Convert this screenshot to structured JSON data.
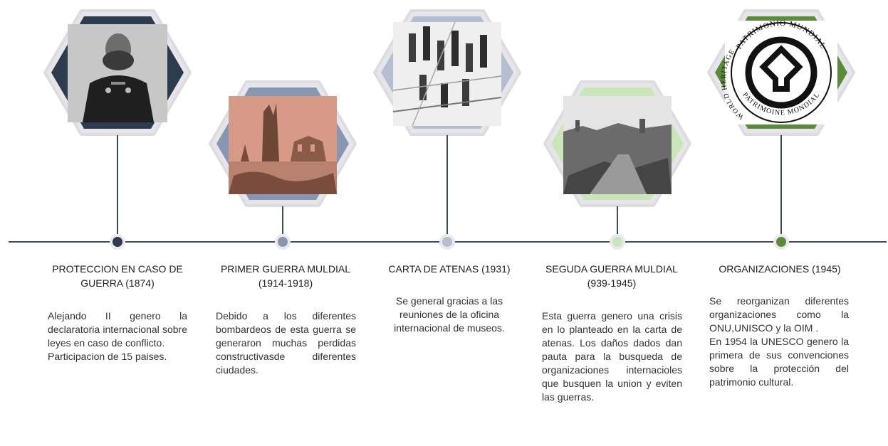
{
  "colors": {
    "item1": "#2e3b4e",
    "item2": "#8797b2",
    "item3": "#b4bed1",
    "item4": "#c8e6b8",
    "item5": "#5b8a3a",
    "outer_ring": "#e5e5ea"
  },
  "items": [
    {
      "title": "PROTECCION EN CASO DE\nGUERRA (1874)",
      "body": "Alejando II genero la declaratoria internacional sobre leyes en caso de conflicto.\nParticipacion de 15 paises.",
      "image_icon": "portrait-photo-icon"
    },
    {
      "title": "PRIMER GUERRA MULDIAL\n(1914-1918)",
      "body": "Debido a los diferentes bombardeos de esta guerra se generaron muchas perdidas constructivasde diferentes ciudades.",
      "image_icon": "ruins-photo-icon"
    },
    {
      "title": "CARTA DE ATENAS (1931)",
      "body": "Se general gracias a las reuniones de la oficina internacional de museos.",
      "image_icon": "city-model-icon"
    },
    {
      "title": "SEGUDA GUERRA MULDIAL\n(939-1945)",
      "body": "Esta guerra genero una crisis en lo planteado en la carta de atenas. Los daños dados dan pauta para la busqueda de organizaciones internacioles que busquen la union y eviten las guerras.",
      "image_icon": "destroyed-city-photo-icon"
    },
    {
      "title": "ORGANIZACIONES (1945)",
      "body": "Se reorganizan diferentes organizaciones como la ONU,UNISCO y la OIM .\nEn 1954 la UNESCO genero la primera de sus convenciones sobre la protección del patrimonio cultural.",
      "image_icon": "world-heritage-emblem-icon",
      "emblem_text_top": "PATRIMONIO MUNDIAL",
      "emblem_text_left": "WORLD HERITAGE",
      "emblem_text_bottom": "PATRIMOINE MONDIAL"
    }
  ]
}
